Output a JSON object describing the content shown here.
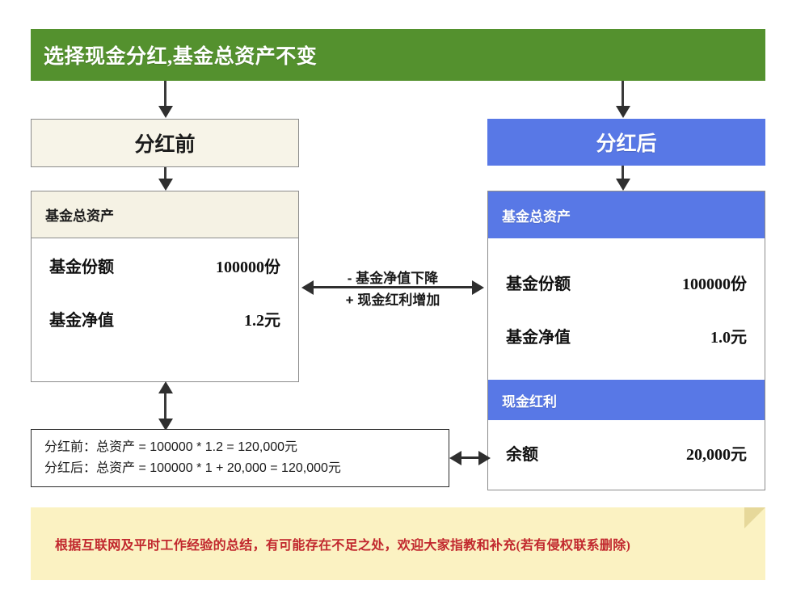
{
  "header": {
    "title": "选择现金分红,基金总资产不变",
    "bg_color": "#54912e",
    "text_color": "#ffffff"
  },
  "before": {
    "title": "分红前",
    "title_bg": "#f7f4e8",
    "band_label": "基金总资产",
    "band_bg": "#f5f2e4",
    "rows": [
      {
        "label": "基金份额",
        "value": "100000份"
      },
      {
        "label": "基金净值",
        "value": "1.2元"
      }
    ]
  },
  "after": {
    "title": "分红后",
    "title_bg": "#5878e6",
    "band_label": "基金总资产",
    "band_bg": "#5878e6",
    "rows": [
      {
        "label": "基金份额",
        "value": "100000份"
      },
      {
        "label": "基金净值",
        "value": "1.0元"
      }
    ],
    "cash_band_label": "现金红利",
    "cash_rows": [
      {
        "label": "余额",
        "value": "20,000元"
      }
    ]
  },
  "center_note": {
    "line1": "- 基金净值下降",
    "line2": "+ 现金红利增加"
  },
  "formula": {
    "line1": "分红前：总资产 = 100000 * 1.2 = 120,000元",
    "line2": "分红后：总资产 = 100000 * 1 + 20,000 = 120,000元"
  },
  "footer": {
    "note": "根据互联网及平时工作经验的总结，有可能存在不足之处，欢迎大家指教和补充(若有侵权联系删除)",
    "bg_color": "#fbf2c2",
    "text_color": "#c1272d"
  }
}
